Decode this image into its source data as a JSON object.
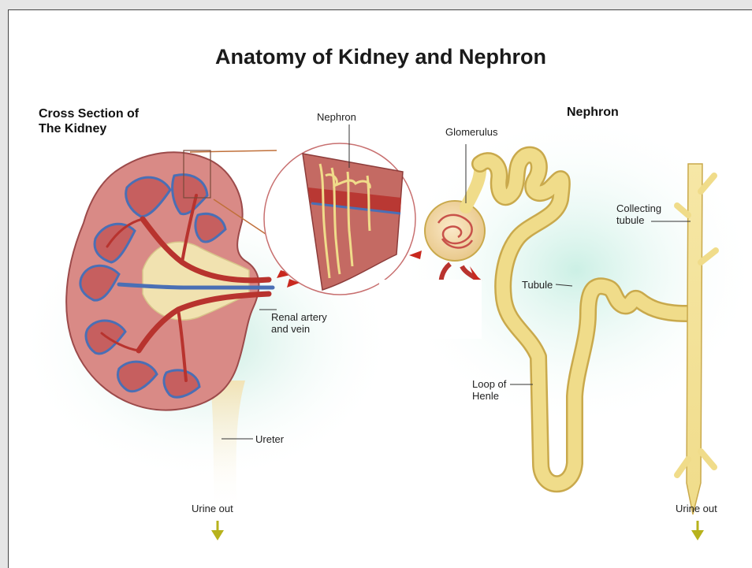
{
  "title": "Anatomy of Kidney and Nephron",
  "labels": {
    "cross_section_line1": "Cross Section of",
    "cross_section_line2": "The Kidney",
    "nephron_heading": "Nephron",
    "nephron_zoom": "Nephron",
    "glomerulus": "Glomerulus",
    "collecting_line1": "Collecting",
    "collecting_line2": "tubule",
    "tubule": "Tubule",
    "renal_line1": "Renal artery",
    "renal_line2": "and vein",
    "ureter": "Ureter",
    "loop_line1": "Loop of",
    "loop_line2": "Henle",
    "urine_out_left": "Urine out",
    "urine_out_right": "Urine out"
  },
  "colors": {
    "cortex": "#d98a86",
    "medulla_pyramid": "#c65f5f",
    "pelvis": "#f1e2b0",
    "artery": "#b8332e",
    "vein": "#4a6fb5",
    "tubule": "#f0dc8a",
    "tubule_edge": "#c9a94c",
    "arrow_red": "#c8281e",
    "arrow_down": "#b7b21c",
    "glow": "#c8ece0"
  }
}
